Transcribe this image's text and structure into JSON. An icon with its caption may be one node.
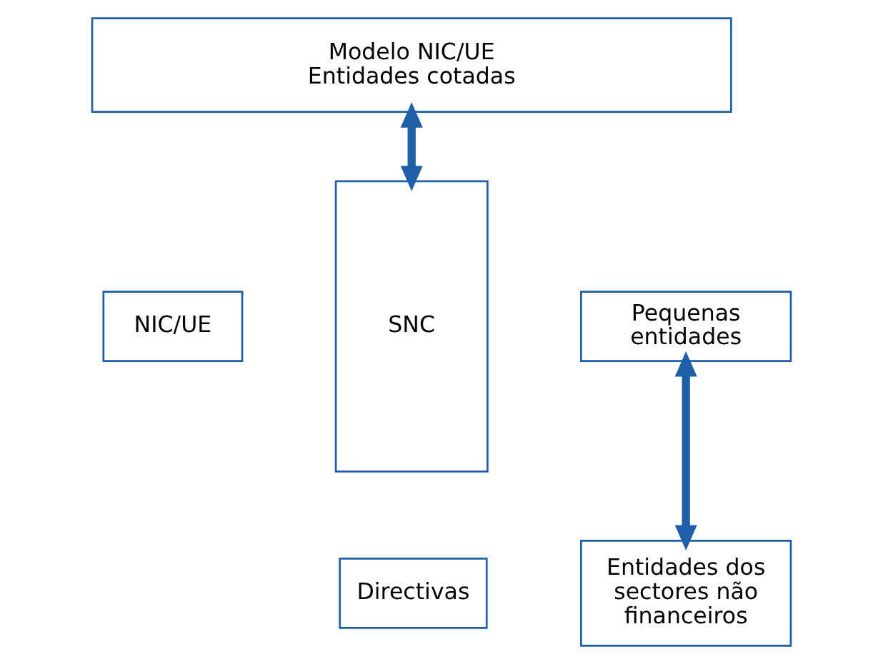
{
  "diagram": {
    "nodes": [
      {
        "text": [
          "Modelo NIC/UE",
          "Entidades cotadas"
        ]
      },
      {
        "text": [
          "NIC/UE"
        ]
      },
      {
        "text": [
          "SNC"
        ]
      },
      {
        "text": [
          "Pequenas entidades"
        ]
      },
      {
        "text": [
          "Directivas"
        ]
      },
      {
        "text": [
          "Entidades dos sectores não financeiros"
        ]
      }
    ],
    "edges": [
      {
        "from": 0,
        "to": 2,
        "arrow": "both"
      },
      {
        "from": 3,
        "to": 5,
        "arrow": "both"
      }
    ]
  }
}
